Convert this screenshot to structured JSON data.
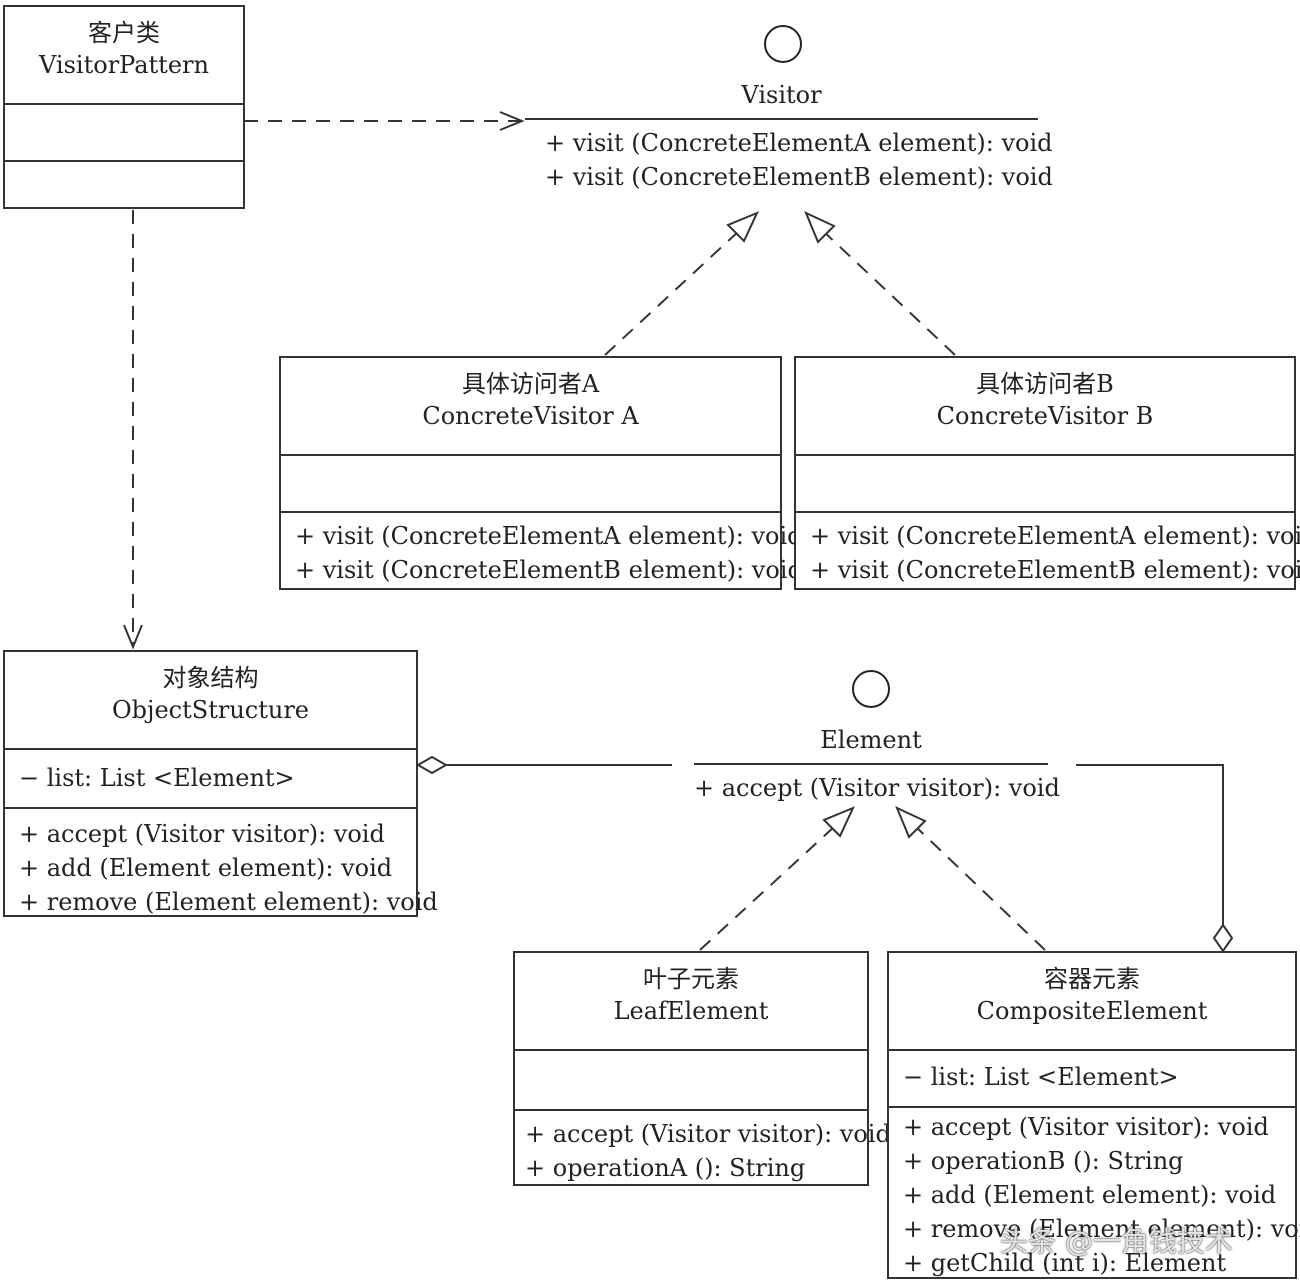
{
  "classes": {
    "visitor_pattern": {
      "cn": "客户类",
      "en": "VisitorPattern"
    },
    "visitor": {
      "name": "Visitor",
      "methods": [
        "+ visit (ConcreteElementA element): void",
        "+ visit (ConcreteElementB element): void"
      ]
    },
    "concrete_visitor_a": {
      "cn": "具体访问者A",
      "en": "ConcreteVisitor A",
      "methods": [
        "+ visit (ConcreteElementA element): void",
        "+ visit (ConcreteElementB element): void"
      ]
    },
    "concrete_visitor_b": {
      "cn": "具体访问者B",
      "en": "ConcreteVisitor B",
      "methods": [
        "+ visit (ConcreteElementA element): void",
        "+ visit (ConcreteElementB element): void"
      ]
    },
    "object_structure": {
      "cn": "对象结构",
      "en": "ObjectStructure",
      "attrs": [
        "− list: List <Element>"
      ],
      "methods": [
        "+ accept (Visitor visitor): void",
        "+ add (Element element): void",
        "+ remove (Element element): void"
      ]
    },
    "element": {
      "name": "Element",
      "methods": [
        "+ accept (Visitor visitor): void"
      ]
    },
    "leaf_element": {
      "cn": "叶子元素",
      "en": "LeafElement",
      "methods": [
        "+ accept (Visitor visitor): void",
        "+ operationA (): String"
      ]
    },
    "composite_element": {
      "cn": "容器元素",
      "en": "CompositeElement",
      "attrs": [
        "− list: List <Element>"
      ],
      "methods": [
        "+ accept (Visitor visitor): void",
        "+ operationB (): String",
        "+ add (Element element): void",
        "+ remove (Element element): void",
        "+ getChild (int i): Element"
      ]
    }
  },
  "watermark": "头条 @一角钱技术",
  "colors": {
    "line": "#333333",
    "background": "#ffffff"
  }
}
